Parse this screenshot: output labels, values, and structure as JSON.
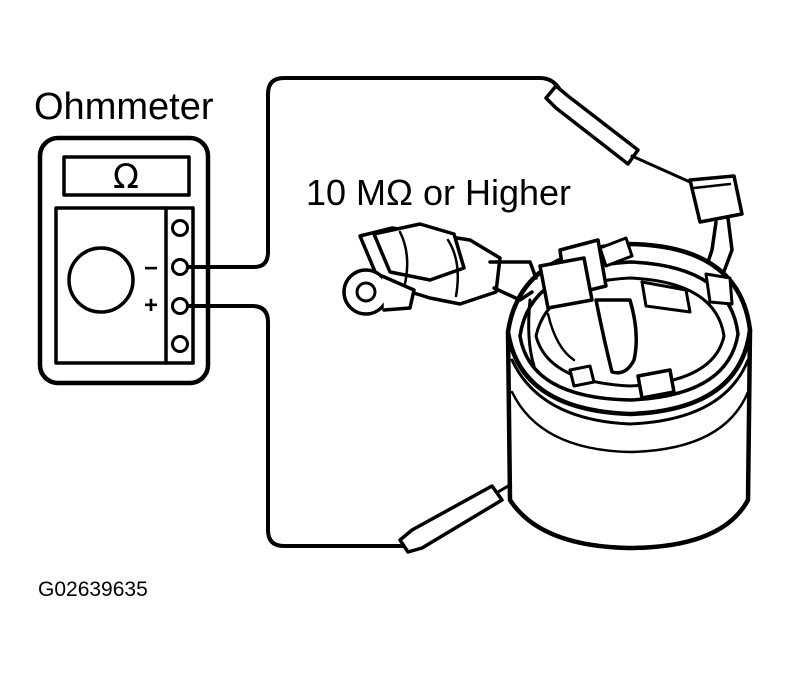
{
  "meter": {
    "title": "Ohmmeter",
    "display_symbol": "Ω",
    "minus_label": "−",
    "plus_label": "+"
  },
  "specification": "10 MΩ or Higher",
  "figure_id": "G02639635",
  "colors": {
    "ink": "#000000",
    "paper": "#ffffff"
  }
}
